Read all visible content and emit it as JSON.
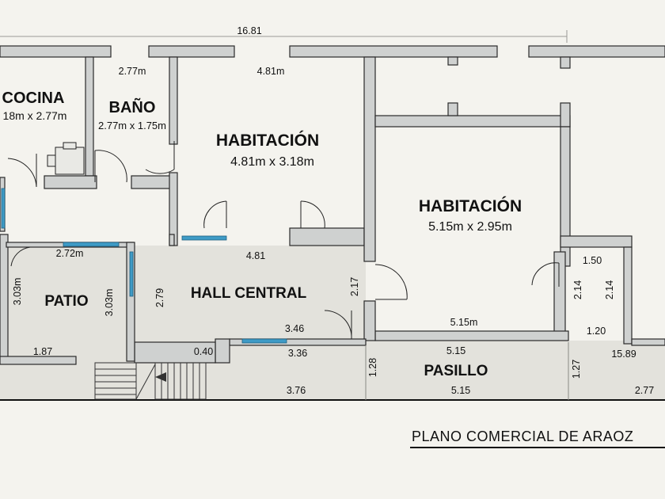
{
  "plan_title": "PLANO COMERCIAL DE ARAOZ",
  "overall_width": "16.81",
  "rooms": {
    "cocina": {
      "name": "COCINA",
      "size": "18m x 2.77m"
    },
    "bano": {
      "name": "BAÑO",
      "size": "2.77m x 1.75m"
    },
    "hab1": {
      "name": "HABITACIÓN",
      "size": "4.81m x 3.18m"
    },
    "hab2": {
      "name": "HABITACIÓN",
      "size": "5.15m x 2.95m"
    },
    "patio": {
      "name": "PATIO"
    },
    "hall": {
      "name": "HALL CENTRAL"
    },
    "pasillo": {
      "name": "PASILLO"
    }
  },
  "dims": {
    "bano_top": "2.77m",
    "hab1_top": "4.81m",
    "patio_top": "2.72m",
    "patio_left": "3.03m",
    "patio_right": "3.03m",
    "patio_bottom": "1.87",
    "hall_top": "4.81",
    "hall_left": "2.79",
    "hall_right": "2.17",
    "hall_bottom": "3.46",
    "small_040": "0.40",
    "lower_336": "3.36",
    "lower_376": "3.76",
    "hab2_bottom": "5.15m",
    "pasillo_top": "5.15",
    "pasillo_bottom": "5.15",
    "pasillo_left": "1.28",
    "pasillo_right": "1.27",
    "closet_top": "1.50",
    "closet_left": "2.14",
    "closet_right": "2.14",
    "closet_bottom": "1.20",
    "right_1589": "15.89",
    "right_277": "2.77"
  },
  "colors": {
    "background": "#f4f3ee",
    "wall": "#cfd1d0",
    "wall_stroke": "#2a2a2a",
    "hall_fill": "#e3e2dc",
    "window": "#3e9bc6"
  }
}
